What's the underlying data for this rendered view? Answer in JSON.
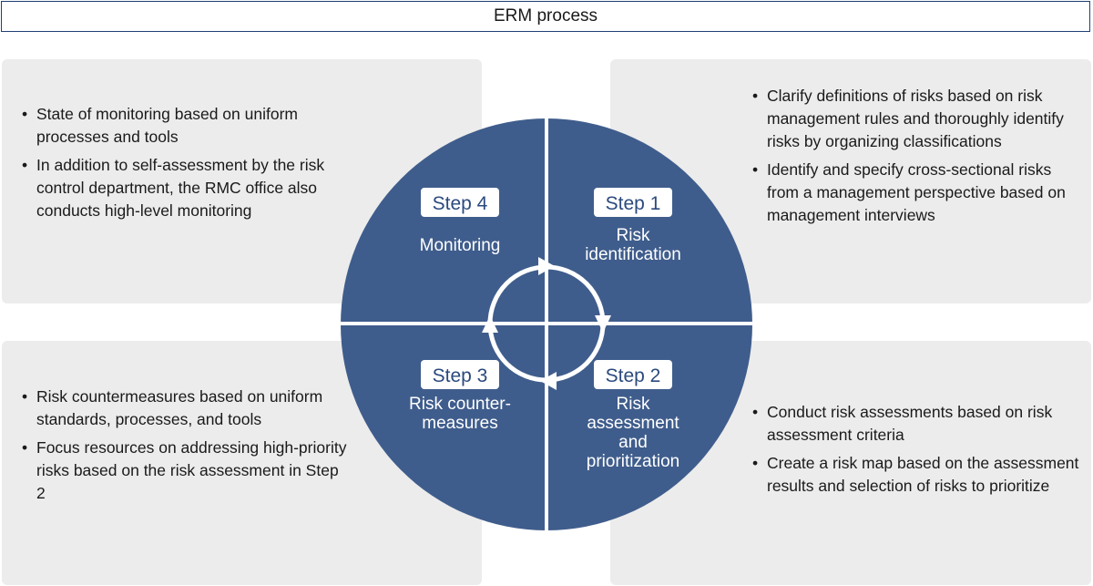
{
  "title": "ERM process",
  "colors": {
    "circle": "#3f5d8c",
    "panel": "#ececec",
    "border": "#1f3f74",
    "badge_text": "#2b4a7e"
  },
  "steps": [
    {
      "badge": "Step 4",
      "lines": [
        "Monitoring"
      ]
    },
    {
      "badge": "Step 1",
      "lines": [
        "Risk",
        "identification"
      ]
    },
    {
      "badge": "Step 3",
      "lines": [
        "Risk counter-",
        "measures"
      ]
    },
    {
      "badge": "Step 2",
      "lines": [
        "Risk",
        "assessment",
        "and",
        "prioritization"
      ]
    }
  ],
  "panels": {
    "top_left": [
      "State of monitoring based on uniform processes and tools",
      "In addition to self-assessment by the risk control department, the RMC office also conducts high-level monitoring"
    ],
    "top_right": [
      "Clarify definitions of risks based on risk management rules and thoroughly identify risks by organizing classifications",
      "Identify and specify cross-sectional risks from a management perspective based on management interviews"
    ],
    "bottom_left": [
      "Risk countermeasures based on uniform standards, processes, and tools",
      "Focus resources on addressing high-priority risks based on the risk assessment in Step 2"
    ],
    "bottom_right": [
      "Conduct risk assessments based on risk assessment criteria",
      "Create a risk map based on the assessment results and selection of risks to prioritize"
    ]
  }
}
